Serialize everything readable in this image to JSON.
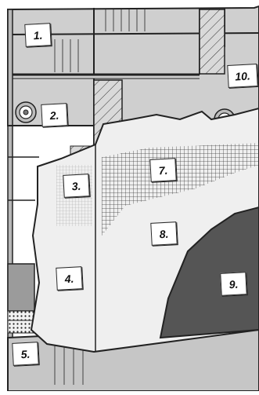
{
  "labels": {
    "l1": "1.",
    "l2": "2.",
    "l3": "3.",
    "l4": "4.",
    "l5": "5.",
    "l7": "7.",
    "l8": "8.",
    "l9": "9.",
    "l10": "10."
  },
  "colors": {
    "insulation": "#cfcfcf",
    "insulation_dark": "#a9a9a9",
    "plaster": "#efefef",
    "finish_coat": "#555555",
    "outline": "#222222",
    "background": "#ffffff"
  }
}
